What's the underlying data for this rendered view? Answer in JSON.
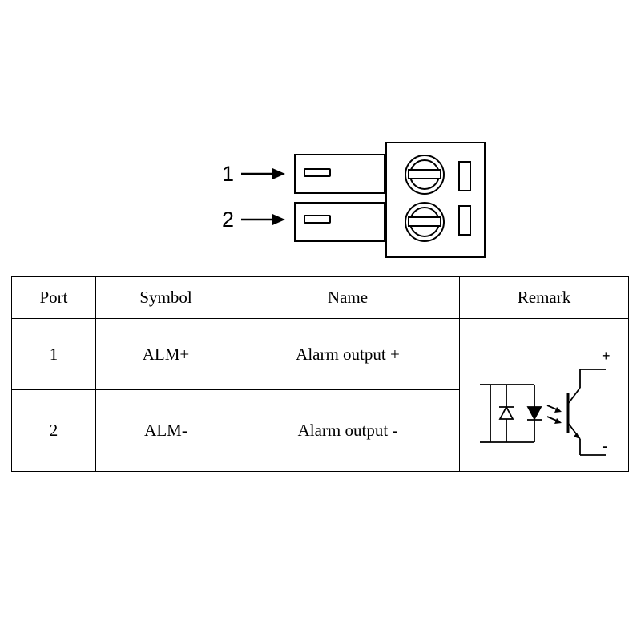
{
  "connector": {
    "ports": [
      {
        "label": "1"
      },
      {
        "label": "2"
      }
    ]
  },
  "table": {
    "headers": {
      "port": "Port",
      "symbol": "Symbol",
      "name": "Name",
      "remark": "Remark"
    },
    "rows": [
      {
        "port": "1",
        "symbol": "ALM+",
        "name": "Alarm output +"
      },
      {
        "port": "2",
        "symbol": "ALM-",
        "name": "Alarm output -"
      }
    ],
    "remark_circuit": {
      "plus_label": "+",
      "minus_label": "-"
    }
  }
}
